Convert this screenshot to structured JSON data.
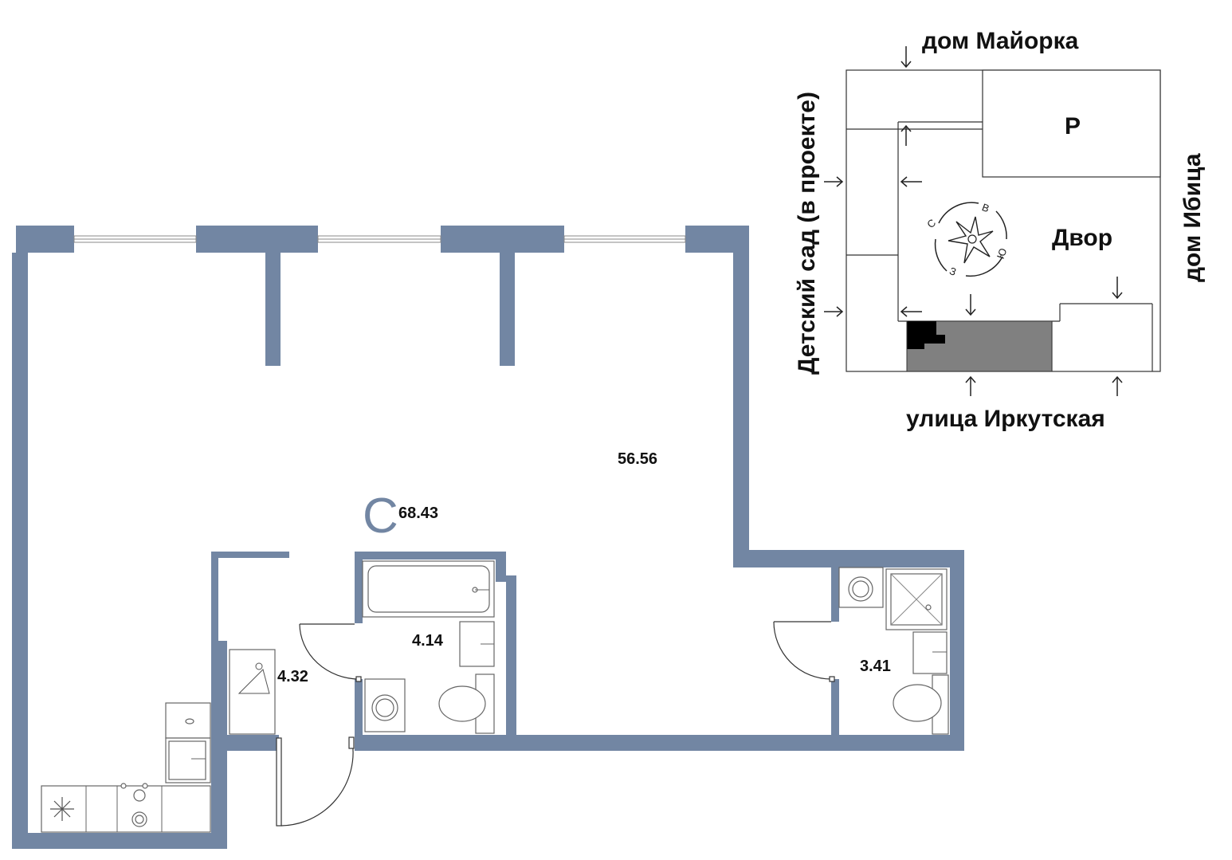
{
  "apartment": {
    "type_letter": "С",
    "total_area": "68.43",
    "rooms": [
      {
        "id": "living",
        "area": "56.56"
      },
      {
        "id": "hall",
        "area": "4.32"
      },
      {
        "id": "bath1",
        "area": "4.14"
      },
      {
        "id": "bath2",
        "area": "3.41"
      }
    ]
  },
  "site_plan": {
    "north_label": "дом Майорка",
    "west_label": "Детский сад (в проекте)",
    "east_label": "дом Ибица",
    "south_label": "улица Иркутская",
    "yard_label": "Двор",
    "parking_label": "Р",
    "compass": {
      "n": "С",
      "e": "В",
      "s": "Ю",
      "w": "З"
    }
  },
  "colors": {
    "wall": "#7286a3",
    "highlight_building": "#808080",
    "apartment_marker": "#000000",
    "line": "#333333"
  }
}
